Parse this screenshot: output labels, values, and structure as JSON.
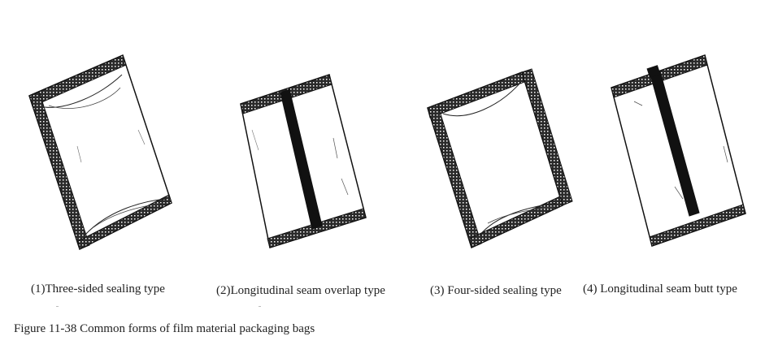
{
  "labels": {
    "bag1": "(1)Three-sided sealing type",
    "bag2": "(2)Longitudinal seam overlap type",
    "bag3": "(3) Four-sided sealing type",
    "bag4": "(4) Longitudinal seam butt type"
  },
  "caption": "Figure 11-38 Common forms of film material packaging bags",
  "colors": {
    "ink": "#1a1a1a",
    "background": "#ffffff"
  }
}
